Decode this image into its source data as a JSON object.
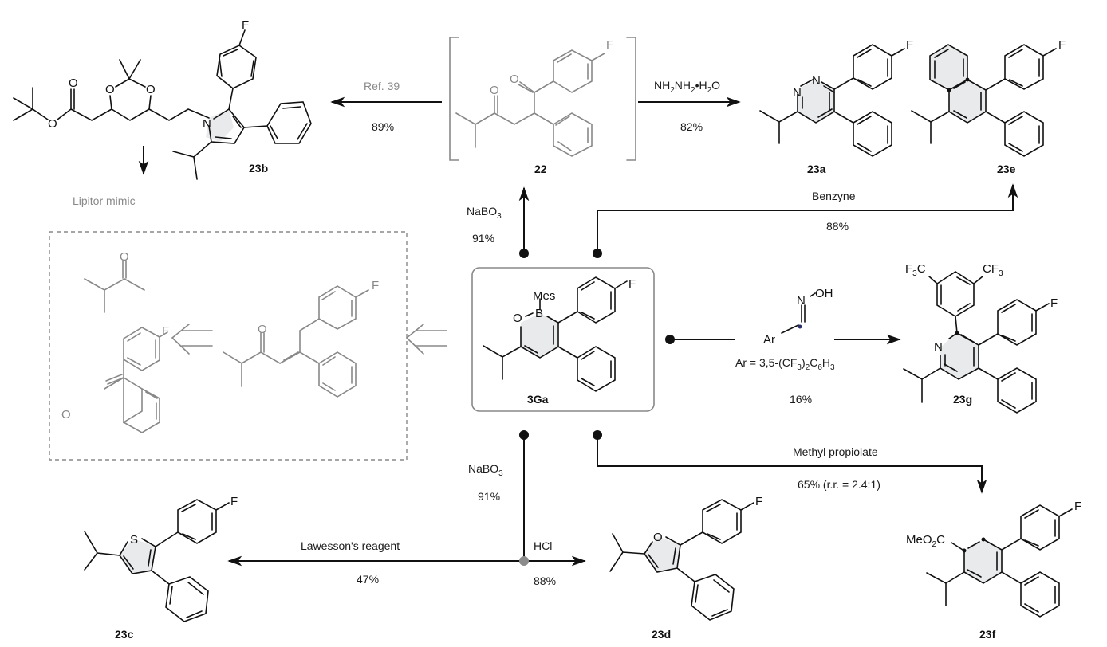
{
  "scheme": {
    "central_compound": {
      "id": "3Ga",
      "substituent_label": "Mes",
      "ring_atoms": [
        "O",
        "B"
      ],
      "aryl_label": "F"
    },
    "compounds": {
      "c22": {
        "id": "22",
        "atoms": [
          "O",
          "O",
          "F"
        ]
      },
      "c23a": {
        "id": "23a",
        "atoms": [
          "N",
          "N",
          "F"
        ]
      },
      "c23b": {
        "id": "23b",
        "atoms": [
          "O",
          "O",
          "O",
          "O",
          "N",
          "F"
        ]
      },
      "c23c": {
        "id": "23c",
        "atoms": [
          "S",
          "F"
        ]
      },
      "c23d": {
        "id": "23d",
        "atoms": [
          "O",
          "F"
        ]
      },
      "c23e": {
        "id": "23e",
        "atoms": [
          "F"
        ]
      },
      "c23f": {
        "id": "23f",
        "substituent": "MeO2C",
        "atoms": [
          "F"
        ]
      },
      "c23g": {
        "id": "23g",
        "substituents": [
          "F3C",
          "CF3"
        ],
        "atoms": [
          "N",
          "F"
        ]
      }
    },
    "reactions": [
      {
        "name": "to-22",
        "reagent": "NaBO3",
        "yield": "91%"
      },
      {
        "name": "22-to-23a",
        "reagent": "NH2NH2·H2O",
        "yield": "82%"
      },
      {
        "name": "22-to-23b",
        "reagent": "Ref. 39",
        "yield": "89%"
      },
      {
        "name": "to-23e",
        "reagent": "Benzyne",
        "yield": "88%"
      },
      {
        "name": "to-23g",
        "reagent_oxime": {
          "n": "N",
          "oh": "OH",
          "ar": "Ar"
        },
        "reagent_def": "Ar = 3,5-(CF3)2C6H3",
        "yield": "16%"
      },
      {
        "name": "to-23f",
        "reagent": "Methyl propiolate",
        "yield": "65% (r.r. = 2.4:1)"
      },
      {
        "name": "to-diketone-bottom",
        "reagent": "NaBO3",
        "yield": "91%"
      },
      {
        "name": "to-23c",
        "reagent": "Lawesson's reagent",
        "yield": "47%"
      },
      {
        "name": "to-23d",
        "reagent": "HCl",
        "yield": "88%"
      }
    ],
    "lipitor_label": "Lipitor mimic",
    "retrosynthesis": {
      "atoms": [
        "O",
        "F",
        "O",
        "O",
        "F"
      ]
    },
    "colors": {
      "ink": "#111111",
      "grey": "#888888",
      "ring_fill": "#e9eaec",
      "junction_dot": "#8c8c8c"
    }
  }
}
